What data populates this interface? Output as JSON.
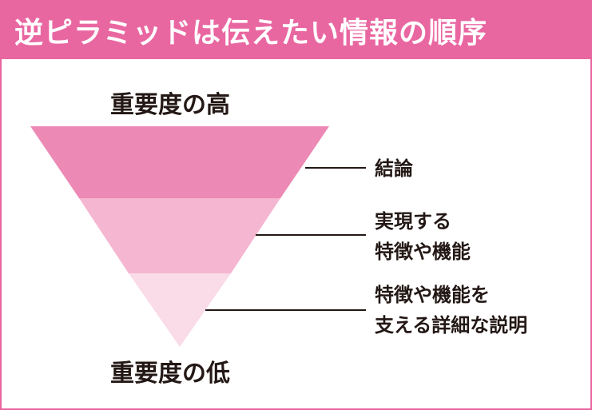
{
  "header": {
    "title": "逆ピラミッドは伝えたい情報の順序"
  },
  "labels": {
    "top": "重要度の高",
    "bottom": "重要度の低"
  },
  "tiers": [
    {
      "lines": [
        "結論"
      ],
      "color": "#ec89b5"
    },
    {
      "lines": [
        "実現する",
        "特徴や機能"
      ],
      "color": "#f4b6d1"
    },
    {
      "lines": [
        "特徴や機能を",
        "支える詳細な説明"
      ],
      "color": "#fadbe8"
    }
  ],
  "colors": {
    "header_bg": "#e967a1",
    "header_text": "#ffffff",
    "text": "#231815",
    "border": "#e965a0"
  }
}
